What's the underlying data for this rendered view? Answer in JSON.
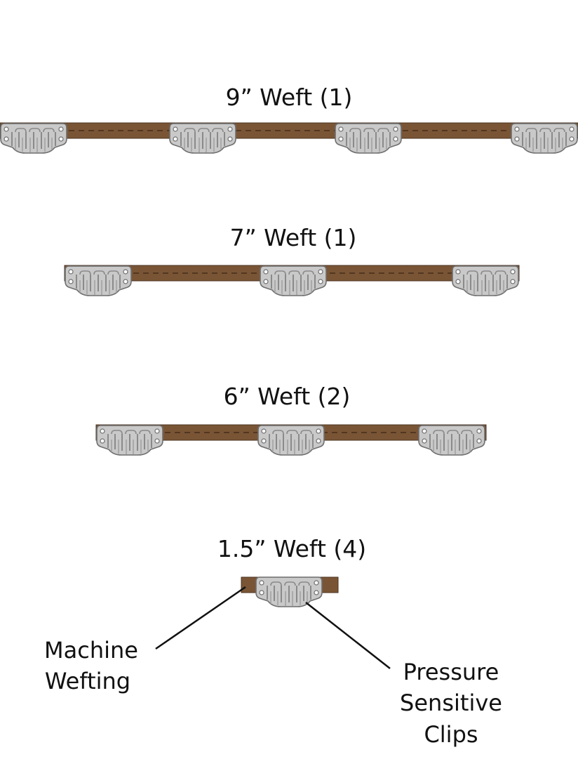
{
  "wefts": [
    {
      "title": "9” Weft (1)"
    },
    {
      "title": "7” Weft (1)"
    },
    {
      "title": "6” Weft (2)"
    },
    {
      "title": "1.5” Weft (4)"
    }
  ],
  "callouts": {
    "machine_wefting": {
      "line1": "Machine",
      "line2": "Wefting"
    },
    "pressure_clips": {
      "line1": "Pressure",
      "line2": "Sensitive",
      "line3": "Clips"
    }
  },
  "colors": {
    "weft_band": "#7a5535",
    "weft_band_edge": "#4a3220",
    "stitch": "#3a2616",
    "clip_metal": "#c9c9c9",
    "clip_edge": "#6e6e6e",
    "clip_dark": "#8a8a8a",
    "leader_line": "#111111",
    "text": "#111111"
  }
}
